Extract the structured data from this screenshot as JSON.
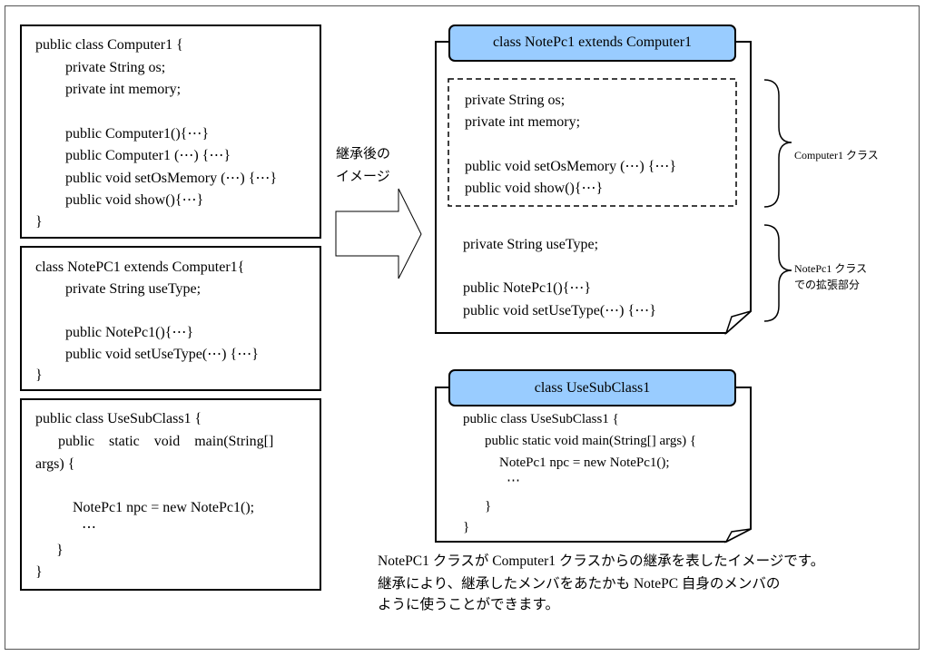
{
  "computer1_box": {
    "lines": [
      "public class Computer1 {",
      "private String os;",
      "private int memory;",
      "public Computer1(){⋯}",
      "public Computer1 (⋯) {⋯}",
      "public void setOsMemory (⋯) {⋯}",
      "public void show(){⋯}",
      "}"
    ]
  },
  "notepc_box": {
    "lines": [
      "class NotePC1 extends Computer1{",
      "private String useType;",
      "public NotePc1(){⋯}",
      "public void setUseType(⋯) {⋯}",
      "}"
    ]
  },
  "usesub_box": {
    "lines": [
      "public class UseSubClass1 {",
      "public    static    void    main(String[]",
      "args) {",
      "NotePc1 npc = new NotePc1();",
      "⋯",
      "}",
      "}"
    ]
  },
  "arrow_label": [
    "継承後の",
    "イメージ"
  ],
  "notepc_doc": {
    "tab_title": "class NotePc1 extends Computer1",
    "inherited_lines": [
      "private String os;",
      "private int memory;",
      "public void setOsMemory (⋯) {⋯}",
      "public void show(){⋯}"
    ],
    "own_lines": [
      "private String useType;",
      "public NotePc1(){⋯}",
      "public void setUseType(⋯) {⋯}"
    ]
  },
  "brace_labels": {
    "computer1": "Computer1 クラス",
    "notepc_1": "NotePc1 クラス",
    "notepc_2": "での拡張部分"
  },
  "usesub_doc": {
    "tab_title": "class UseSubClass1",
    "lines": [
      "public class UseSubClass1 {",
      "public static void main(String[] args) {",
      "NotePc1 npc = new NotePc1();",
      "⋯",
      "}",
      "}"
    ]
  },
  "caption": [
    "NotePC1 クラスが Computer1 クラスからの継承を表したイメージです。",
    "継承により、継承したメンバをあたかも NotePC 自身のメンバの",
    "ように使うことができます。"
  ],
  "colors": {
    "tab_fill": "#99ccff",
    "border": "#000000"
  }
}
